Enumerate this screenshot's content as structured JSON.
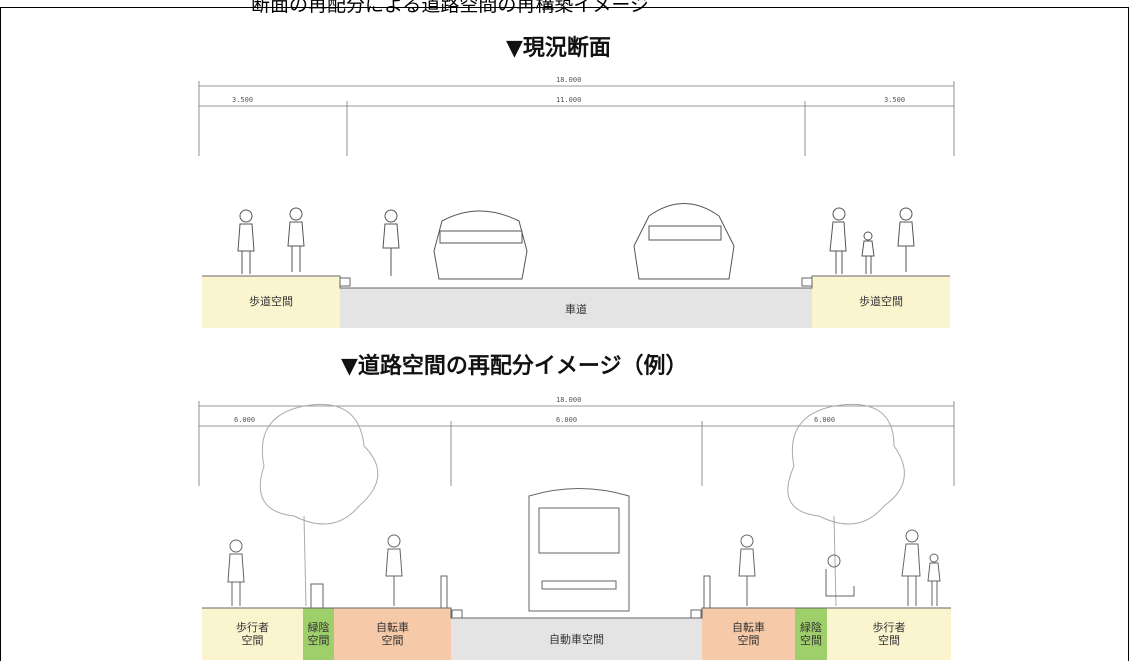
{
  "header": {
    "top_text": "断面の再配分による道路空間の再構築イメージ"
  },
  "section1": {
    "title": "▼現況断面",
    "dimensions": {
      "total": "18.000",
      "left": "3.500",
      "center": "11.000",
      "right": "3.500"
    },
    "zones": {
      "left_sidewalk": "歩道空間",
      "roadway": "車道",
      "right_sidewalk": "歩道空間"
    }
  },
  "section2": {
    "title": "▼道路空間の再配分イメージ（例）",
    "dimensions": {
      "total": "18.000",
      "left": "6.000",
      "center": "6.000",
      "right": "6.000"
    },
    "zones": {
      "left_pedestrian": "歩行者\n空間",
      "left_green": "緑陰\n空間",
      "left_bicycle": "自転車\n空間",
      "vehicle": "自動車空間",
      "right_bicycle": "自転車\n空間",
      "right_green": "緑陰\n空間",
      "right_pedestrian": "歩行者\n空間"
    }
  },
  "colors": {
    "sidewalk": "#fbf5cf",
    "green": "#9fcf6a",
    "bicycle": "#f6c9a9",
    "road": "#e4e4e4"
  }
}
